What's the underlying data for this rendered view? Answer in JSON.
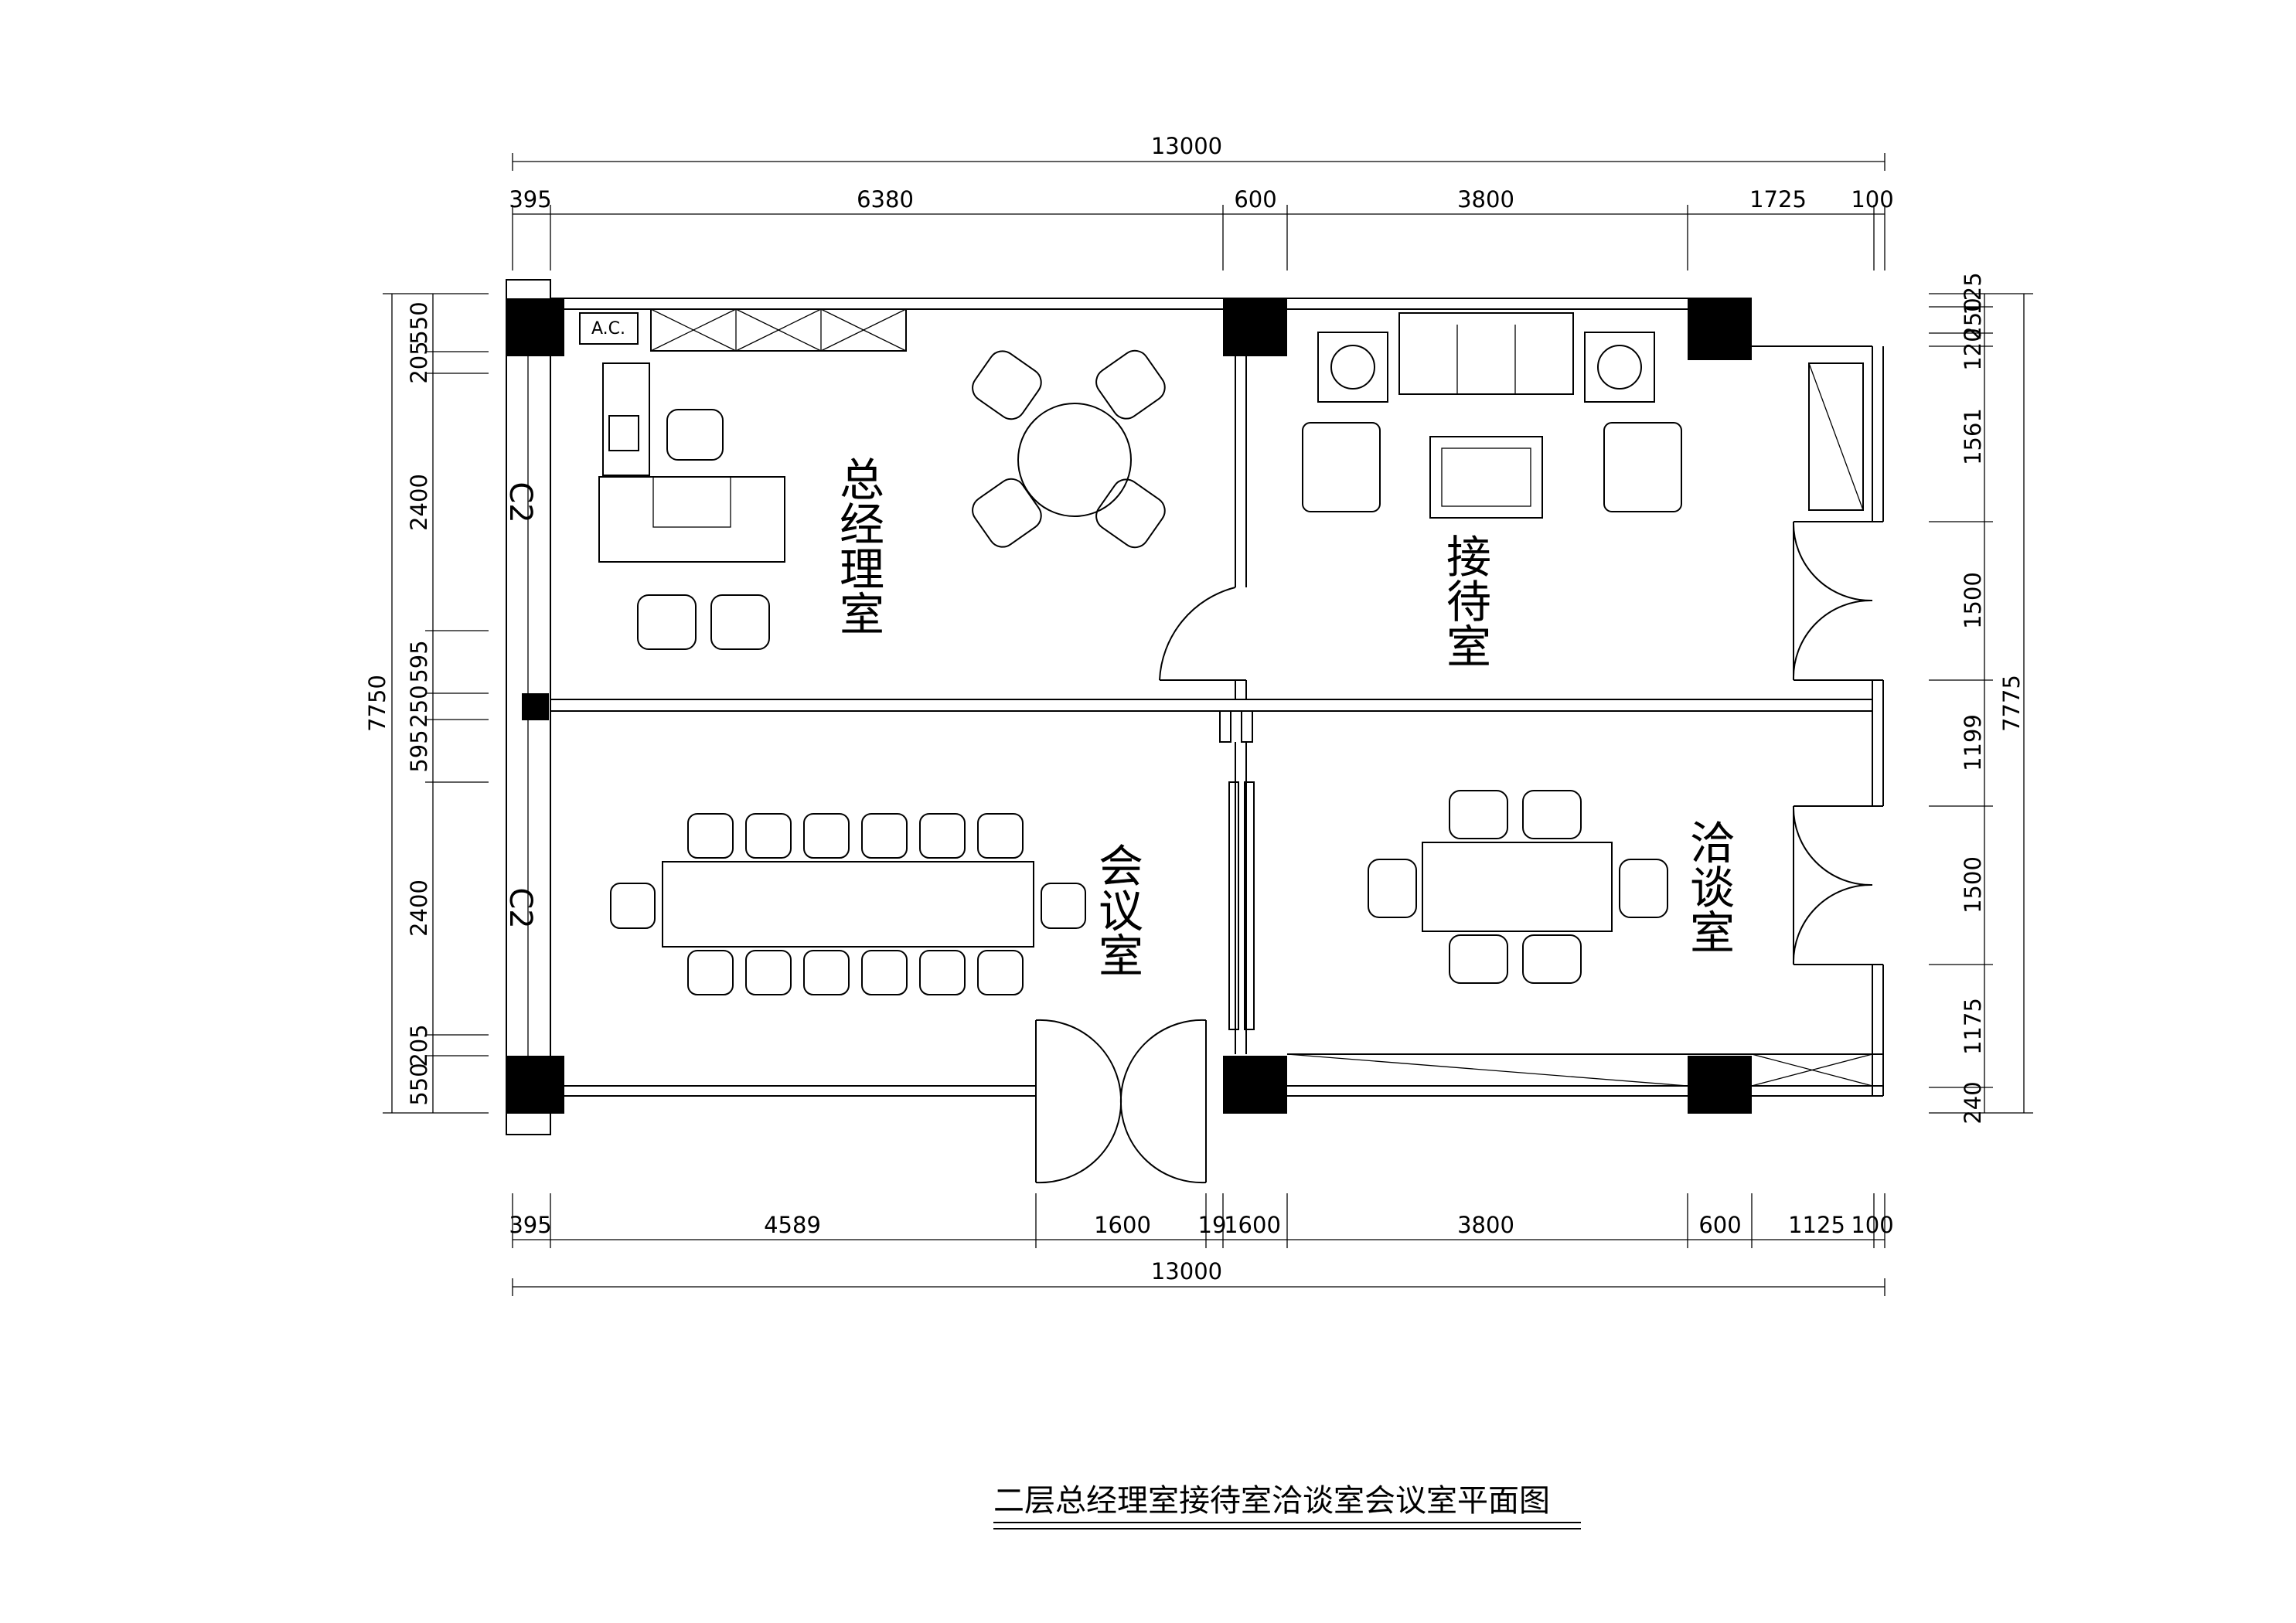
{
  "title": "二层总经理室接待室洽谈室会议室平面图",
  "rooms": {
    "gm": "总经理室",
    "reception": "接待室",
    "negotiation": "洽谈室",
    "meeting": "会议室"
  },
  "window_labels": {
    "top": "C2",
    "bottom": "C2"
  },
  "ac_label": "A.C.",
  "dims": {
    "top_total": "13000",
    "top": [
      "395",
      "6380",
      "600",
      "3800",
      "1725",
      "100"
    ],
    "bottom": [
      "395",
      "4589",
      "1600",
      "19",
      "1600",
      "3800",
      "600",
      "1125",
      "100"
    ],
    "bottom_total": "13000",
    "left": [
      "550",
      "205",
      "2400",
      "595",
      "250",
      "595",
      "2400",
      "205",
      "550"
    ],
    "left_total": "7750",
    "right": [
      "125",
      "250",
      "120",
      "1561",
      "1500",
      "1199",
      "1500",
      "1175",
      "240"
    ],
    "right_total": "7775"
  }
}
